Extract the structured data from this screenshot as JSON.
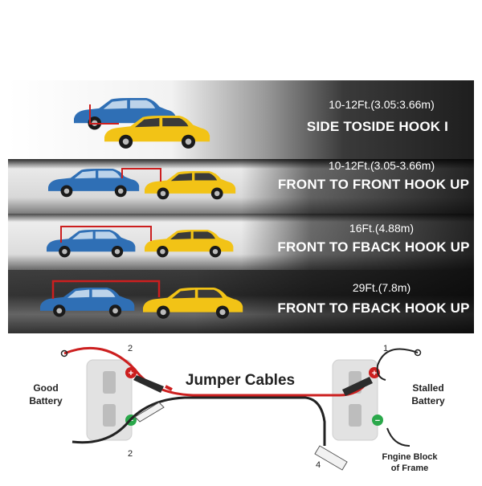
{
  "hookups": [
    {
      "distance": "10-12Ft.(3.05:3.66m)",
      "title": "SIDE TOSIDE HOOK I"
    },
    {
      "distance": "10-12Ft.(3.05-3.66m)",
      "title": "FRONT TO FRONT HOOK UP"
    },
    {
      "distance": "16Ft.(4.88m)",
      "title": "FRONT TO FBACK HOOK UP"
    },
    {
      "distance": "29Ft.(7.8m)",
      "title": "FRONT TO FBACK HOOK UP"
    }
  ],
  "diagram": {
    "title": "Jumper Cables",
    "good_battery": [
      "Good",
      "Battery"
    ],
    "stalled_battery": [
      "Stalled",
      "Battery"
    ],
    "engine_block": [
      "Fngine Block",
      "of Frame"
    ],
    "numbers": {
      "top_left": "2",
      "bottom_left": "2",
      "top_right": "1",
      "bottom_mid": "4"
    }
  },
  "colors": {
    "car_blue": "#2f6fb5",
    "car_yellow": "#f2c316",
    "cable_red": "#cc1f1f",
    "cable_black": "#222222",
    "clamp_green": "#2aa84a"
  }
}
